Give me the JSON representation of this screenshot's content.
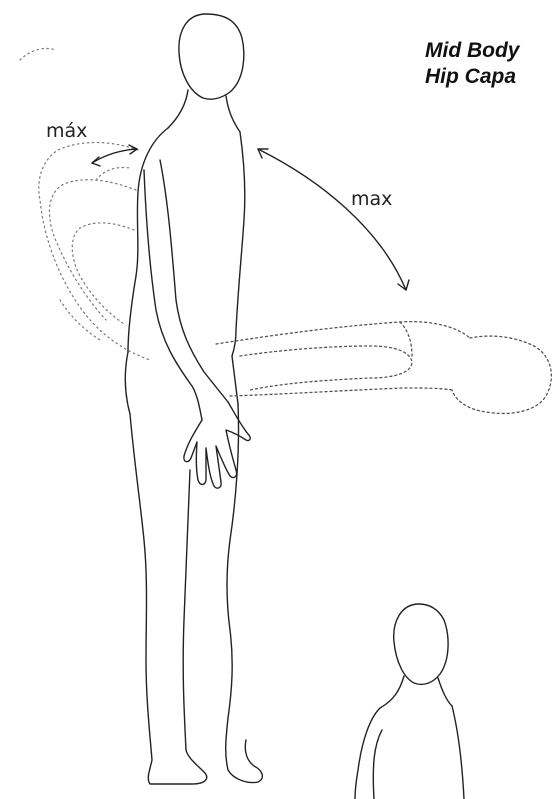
{
  "title": {
    "line1": "Mid Body",
    "line2": "Hip Capa"
  },
  "labels": {
    "back_extension": "máx",
    "forward_flexion": "max"
  }
}
